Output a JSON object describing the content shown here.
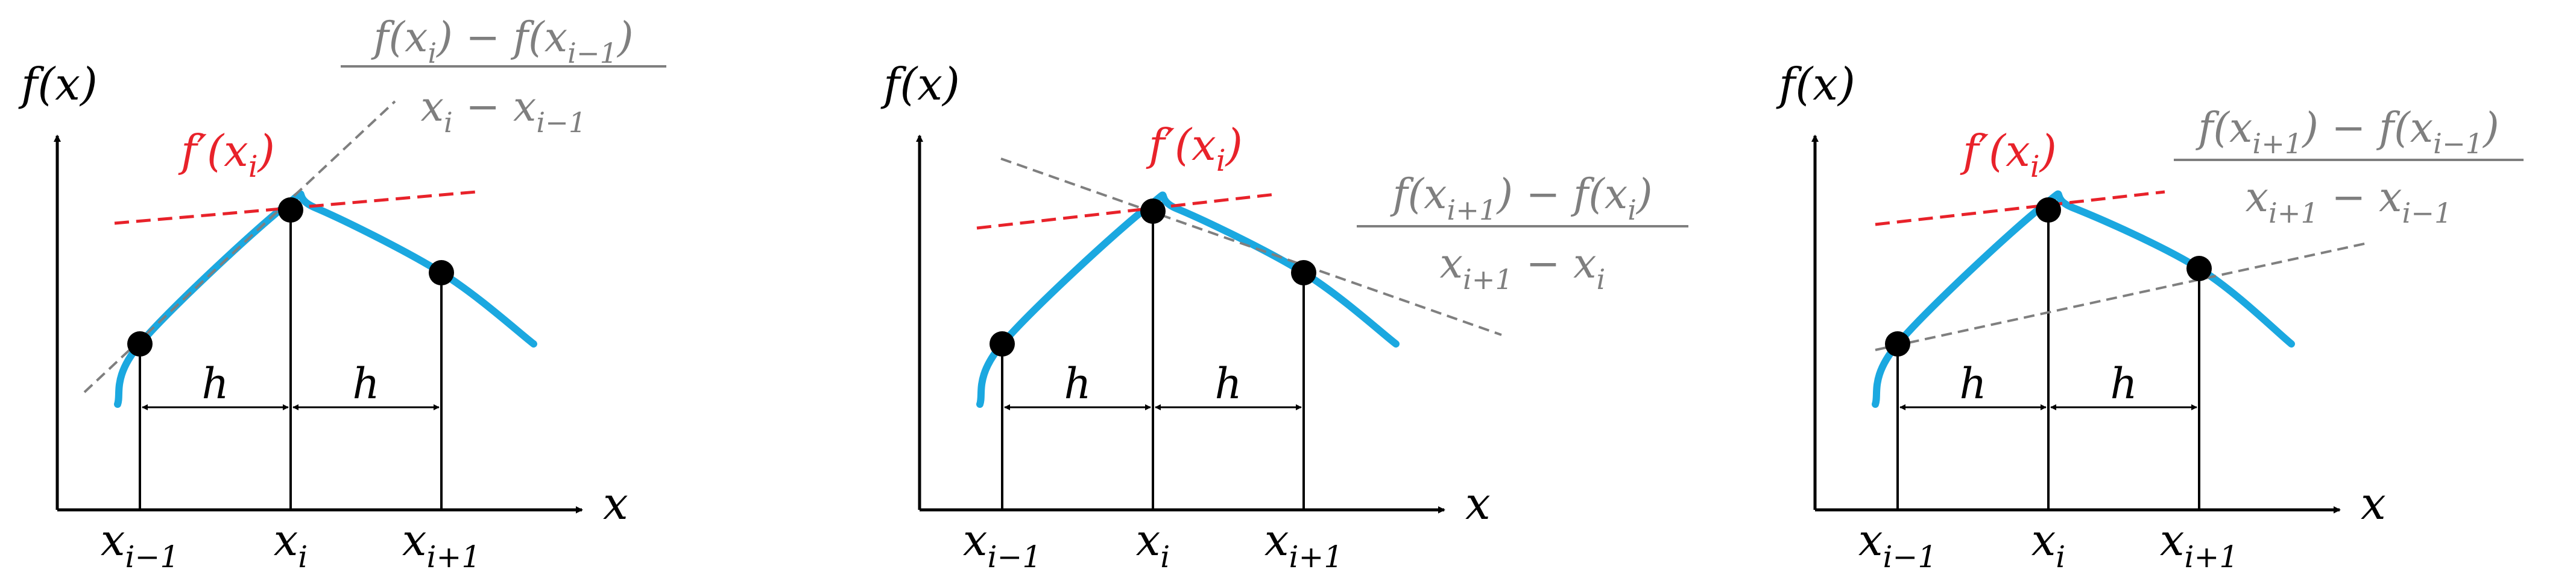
{
  "colors": {
    "curve": "#1BA8E0",
    "tangent": "#E8222A",
    "secant": "#7F7F7F",
    "axes": "#000000",
    "text": "#000000",
    "background": "#FFFFFF"
  },
  "labels": {
    "y_axis": "f(x)",
    "x_axis": "x",
    "step": "h",
    "x_prev": {
      "base": "x",
      "sub": "i−1"
    },
    "x_cur": {
      "base": "x",
      "sub": "i"
    },
    "x_next": {
      "base": "x",
      "sub": "i+1"
    },
    "tangent": {
      "pre": "f′(x",
      "sub": "i",
      "post": ")"
    }
  },
  "panels": [
    {
      "method": "backward",
      "fraction": {
        "num": [
          {
            "t": "f(x"
          },
          {
            "t": "i",
            "s": 1
          },
          {
            "t": ") − f(x"
          },
          {
            "t": "i−1",
            "s": 1
          },
          {
            "t": ")"
          }
        ],
        "den": [
          {
            "t": "x"
          },
          {
            "t": "i",
            "s": 1
          },
          {
            "t": " − x"
          },
          {
            "t": "i−1",
            "s": 1
          }
        ]
      }
    },
    {
      "method": "forward",
      "fraction": {
        "num": [
          {
            "t": "f(x"
          },
          {
            "t": "i+1",
            "s": 1
          },
          {
            "t": ") − f(x"
          },
          {
            "t": "i",
            "s": 1
          },
          {
            "t": ")"
          }
        ],
        "den": [
          {
            "t": "x"
          },
          {
            "t": "i+1",
            "s": 1
          },
          {
            "t": " − x"
          },
          {
            "t": "i",
            "s": 1
          }
        ]
      }
    },
    {
      "method": "central",
      "fraction": {
        "num": [
          {
            "t": "f(x"
          },
          {
            "t": "i+1",
            "s": 1
          },
          {
            "t": ") − f(x"
          },
          {
            "t": "i−1",
            "s": 1
          },
          {
            "t": ")"
          }
        ],
        "den": [
          {
            "t": "x"
          },
          {
            "t": "i+1",
            "s": 1
          },
          {
            "t": " − x"
          },
          {
            "t": "i−1",
            "s": 1
          }
        ]
      }
    }
  ]
}
